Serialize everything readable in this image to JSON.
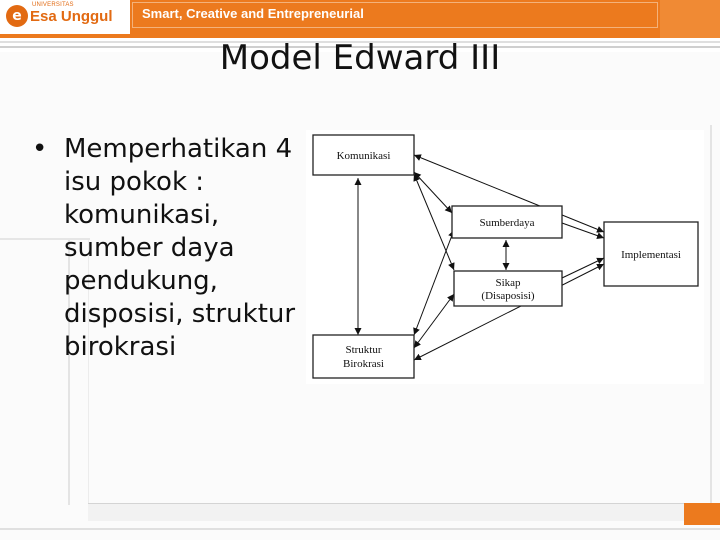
{
  "header": {
    "logo_small": "UNIVERSITAS",
    "logo_mark": "e",
    "logo_name": "Esa Unggul",
    "tagline": "Smart, Creative and Entrepreneurial",
    "colors": {
      "orange": "#ec7a1e",
      "logo_orange": "#e26a12"
    }
  },
  "slide": {
    "title": "Model Edward III",
    "bullet_marker": "•",
    "bullet_text": "Memperhatikan 4\nisu pokok :\nkomunikasi,\nsumber daya\npendukung,\ndisposisi, struktur\nbirokrasi"
  },
  "diagram": {
    "nodes": {
      "komunikasi": "Komunikasi",
      "sumberdaya": "Sumberdaya",
      "sikap_line1": "Sikap",
      "sikap_line2": "(Disaposisi)",
      "struktur_line1": "Struktur",
      "struktur_line2": "Birokrasi",
      "implementasi": "Implementasi"
    }
  }
}
